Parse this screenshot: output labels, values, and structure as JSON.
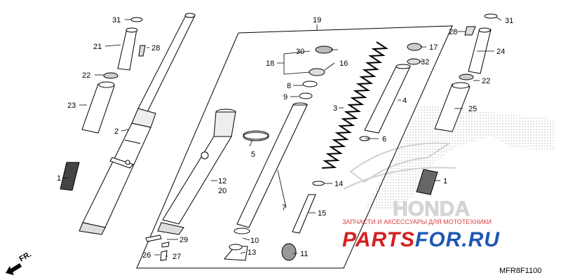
{
  "diagram_code": "MFR8F1100",
  "direction_label": "FR.",
  "watermark": {
    "caption": "ЗАПЧАСТИ И АКСЕССУАРЫ ДЛЯ МОТОТЕХНИКИ",
    "brand_red": "PARTS",
    "brand_blue": "FOR.RU",
    "logo_text": "HONDA",
    "colors": {
      "red": "#d42020",
      "blue": "#1f57b4",
      "logo": "#c8c8c8"
    }
  },
  "callouts": {
    "n1_left": "1",
    "n2": "2",
    "n3": "3",
    "n4": "4",
    "n5": "5",
    "n6": "6",
    "n7": "7",
    "n8": "8",
    "n9": "9",
    "n10": "10",
    "n11": "11",
    "n12": "12",
    "n13": "13",
    "n14": "14",
    "n15": "15",
    "n16": "16",
    "n17": "17",
    "n18": "18",
    "n19": "19",
    "n20": "20",
    "n21": "21",
    "n22_left": "22",
    "n23": "23",
    "n24": "24",
    "n25": "25",
    "n26": "26",
    "n27": "27",
    "n28_left": "28",
    "n29": "29",
    "n30": "30",
    "n31_left": "31",
    "n32": "32",
    "n1_right": "1",
    "n22_right": "22",
    "n28_right": "28",
    "n31_right": "31"
  }
}
